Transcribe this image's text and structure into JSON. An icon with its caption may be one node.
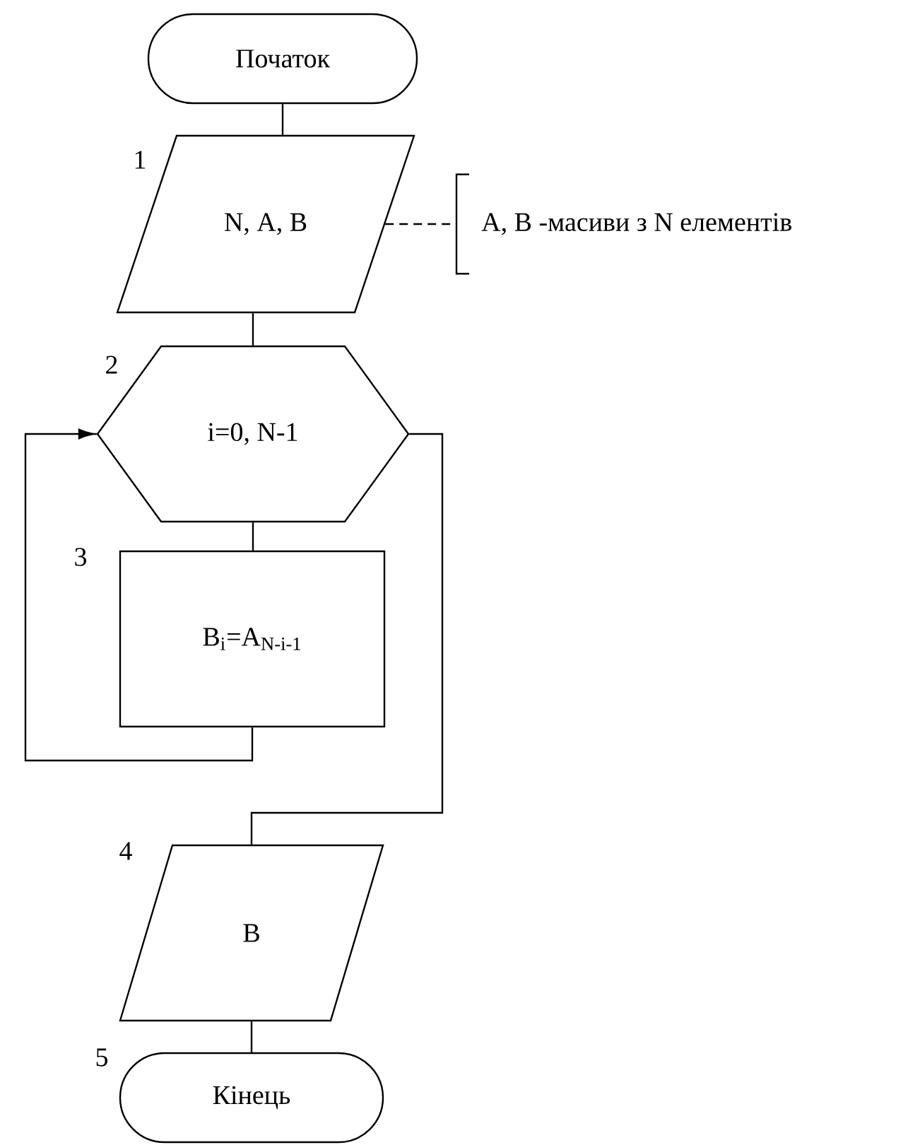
{
  "diagram": {
    "nodes": [
      {
        "text": [
          "Початок"
        ]
      },
      {
        "text": [
          "N, A, B"
        ],
        "beside": [
          "1"
        ]
      },
      {
        "text": [
          "A, B -масиви з N елементів"
        ]
      },
      {
        "text": [
          "i=0, N-1"
        ],
        "beside": [
          "2"
        ]
      },
      {
        "text": [
          "B$_{i}$=A$_{N-i-1}$"
        ],
        "beside": [
          "3"
        ]
      },
      {
        "text": [
          "B"
        ],
        "beside": [
          "4"
        ]
      },
      {
        "text": [
          "Кінець"
        ],
        "beside": [
          "5"
        ]
      }
    ],
    "edges": [
      {
        "from": 0,
        "to": 1,
        "arrow": "none"
      },
      {
        "from": 1,
        "to": 2,
        "arrow": "none",
        "style": "dashed"
      },
      {
        "from": 1,
        "to": 3,
        "arrow": "none"
      },
      {
        "from": 3,
        "to": 4,
        "arrow": "none"
      },
      {
        "from": 4,
        "to": 3,
        "arrow": "to"
      },
      {
        "from": 3,
        "to": 5,
        "arrow": "none"
      },
      {
        "from": 5,
        "to": 6,
        "arrow": "none"
      }
    ]
  }
}
